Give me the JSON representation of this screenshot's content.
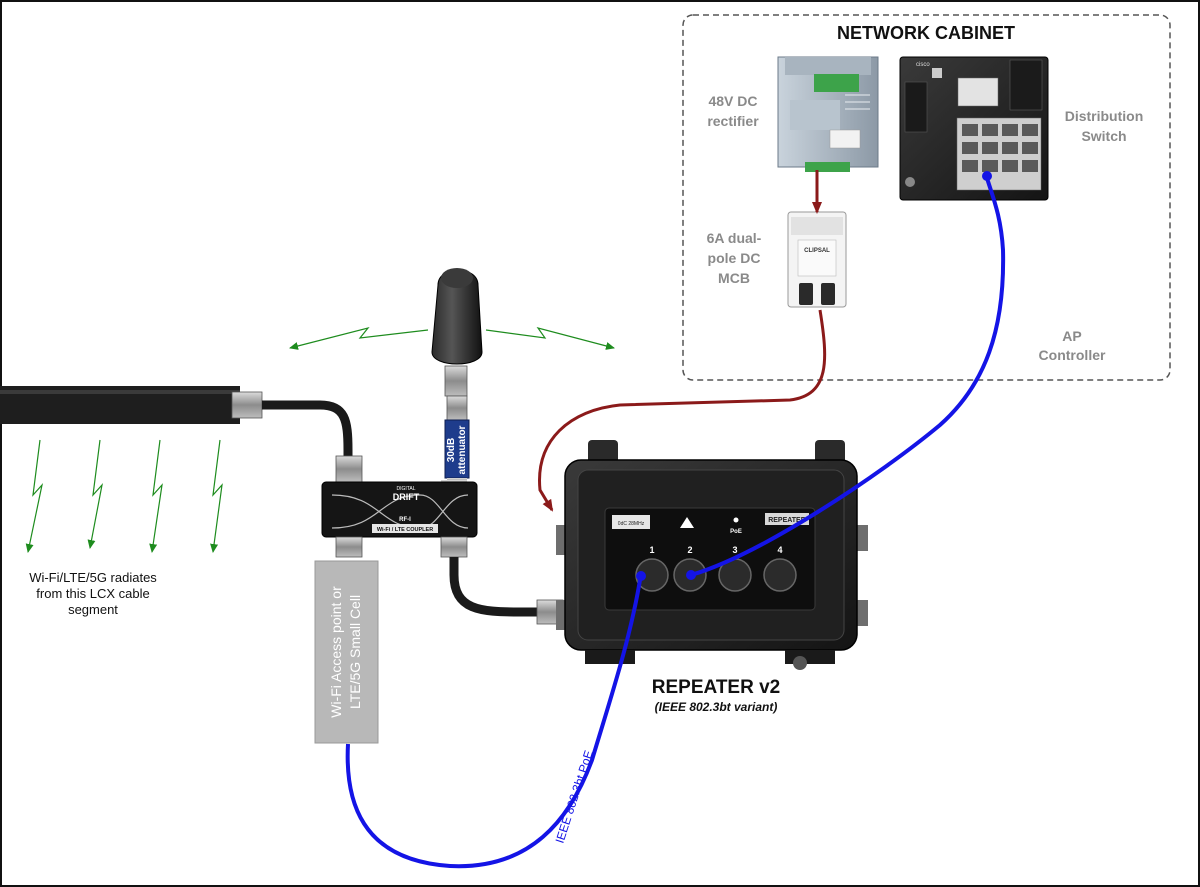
{
  "cabinet": {
    "title": "NETWORK CABINET",
    "rectifier_label": [
      "48V DC",
      "rectifier"
    ],
    "mcb_label": [
      "6A dual-",
      "pole DC",
      "MCB"
    ],
    "switch_label": [
      "Distribution",
      "Switch"
    ],
    "ap_controller_label": [
      "AP",
      "Controller"
    ]
  },
  "lcx": {
    "radiates_label": [
      "Wi-Fi/LTE/5G radiates",
      "from this LCX cable",
      "segment"
    ]
  },
  "coupler": {
    "brand_top": "DIGITAL",
    "brand_name": "DRIFT",
    "model": "Wi-Fi / LTE COUPLER",
    "rf_mark": "RF-I"
  },
  "attenuator": {
    "label": [
      "30dB",
      "attenuator"
    ]
  },
  "access_point": {
    "label": [
      "Wi-Fi Access point or",
      "LTE/5G Small Cell"
    ]
  },
  "repeater": {
    "title": "REPEATER v2",
    "subtitle": "(IEEE 802.3bt variant)",
    "plate_text": "REPEATER",
    "sticker_text": "0dC 28MHz",
    "ports": [
      "1",
      "2",
      "3",
      "4"
    ],
    "port3_tag": "PoE"
  },
  "cables": {
    "poe_label": "IEEE 802.3bt PoE"
  },
  "colors": {
    "poe_cable": "#1414e6",
    "power_cable": "#8b1a1a",
    "signal_arrows": "#1e8c1e",
    "ap_box": "#b8b8b8",
    "attenuator": "#1e3c8c"
  },
  "brand": {
    "cisco_mark": "cisco"
  }
}
